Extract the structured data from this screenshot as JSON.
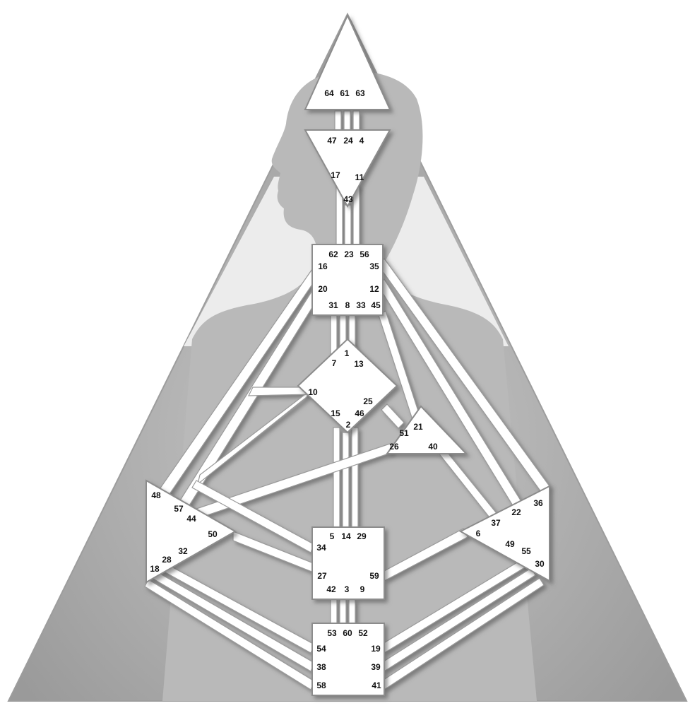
{
  "colors": {
    "background": "#ffffff",
    "outer_triangle": "#a6a6a6",
    "silhouette": "#bdbdbd",
    "undefined_center": "#ffffff",
    "defined_spleen": "#9b5b34",
    "channel": "#ffffff"
  },
  "centers": {
    "head": {
      "state": "undefined",
      "gates": [
        "64",
        "61",
        "63"
      ]
    },
    "ajna": {
      "state": "undefined",
      "gates": [
        "47",
        "24",
        "4",
        "17",
        "11",
        "43"
      ]
    },
    "throat": {
      "state": "undefined",
      "gates": [
        "62",
        "23",
        "56",
        "16",
        "35",
        "20",
        "12",
        "31",
        "8",
        "33",
        "45"
      ]
    },
    "g": {
      "state": "undefined",
      "gates": [
        "1",
        "7",
        "13",
        "10",
        "25",
        "15",
        "46",
        "2"
      ]
    },
    "ego": {
      "state": "undefined",
      "gates": [
        "51",
        "21",
        "26",
        "40"
      ]
    },
    "spleen": {
      "state": "defined",
      "gates": [
        "48",
        "57",
        "44",
        "50",
        "32",
        "28",
        "18"
      ]
    },
    "sacral": {
      "state": "undefined",
      "gates": [
        "5",
        "14",
        "29",
        "34",
        "27",
        "59",
        "42",
        "3",
        "9"
      ]
    },
    "solar_plexus": {
      "state": "undefined",
      "gates": [
        "36",
        "22",
        "37",
        "6",
        "49",
        "55",
        "30"
      ]
    },
    "root": {
      "state": "undefined",
      "gates": [
        "53",
        "60",
        "52",
        "54",
        "19",
        "38",
        "39",
        "58",
        "41"
      ]
    }
  }
}
